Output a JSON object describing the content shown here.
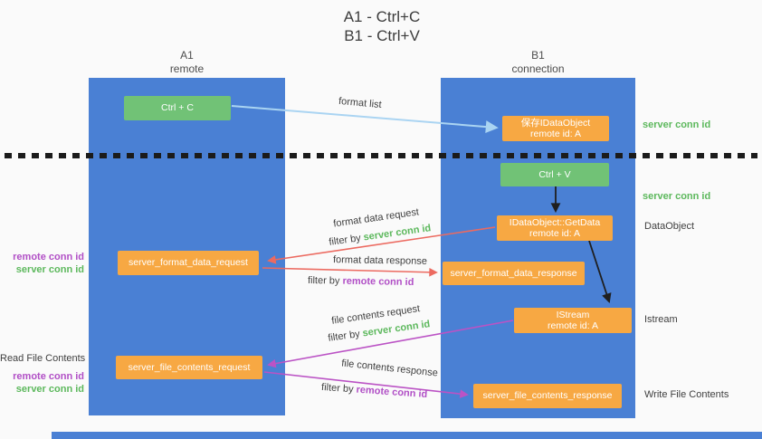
{
  "title": {
    "line1": "A1 - Ctrl+C",
    "line2": "B1 - Ctrl+V"
  },
  "lanes": {
    "a1": {
      "name": "A1",
      "subtitle": "remote"
    },
    "b1": {
      "name": "B1",
      "subtitle": "connection"
    }
  },
  "boxes": {
    "ctrl_c": {
      "label": "Ctrl + C"
    },
    "save_idataobject": {
      "line1": "保存IDataObject",
      "line2": "remote id: A"
    },
    "ctrl_v": {
      "label": "Ctrl + V"
    },
    "getdata": {
      "line1": "IDataObject::GetData",
      "line2": "remote id: A"
    },
    "format_request": {
      "label": "server_format_data_request"
    },
    "format_response": {
      "label": "server_format_data_response"
    },
    "istream": {
      "line1": "IStream",
      "line2": "remote id: A"
    },
    "file_request": {
      "label": "server_file_contents_request"
    },
    "file_response": {
      "label": "server_file_contents_response"
    }
  },
  "right_labels": {
    "server_conn_id_top": "server conn id",
    "server_conn_id_mid": "server conn id",
    "dataobject": "DataObject",
    "istream": "Istream",
    "write_file_contents": "Write File Contents"
  },
  "left_labels": {
    "remote_conn_id_top": "remote conn id",
    "server_conn_id_top": "server conn id",
    "read_file_contents": "Read File Contents",
    "remote_conn_id_bottom": "remote conn id",
    "server_conn_id_bottom": "server conn id"
  },
  "arrow_labels": {
    "format_list": "format list",
    "format_data_request": "format data request",
    "format_data_response": "format data response",
    "file_contents_request": "file contents request",
    "file_contents_response": "file contents response",
    "filter_request_1": {
      "prefix": "filter by ",
      "value": "server conn id"
    },
    "filter_response_1": {
      "prefix": "filter by ",
      "value": "remote conn id"
    },
    "filter_request_2": {
      "prefix": "filter by ",
      "value": "server conn id"
    },
    "filter_response_2": {
      "prefix": "filter by ",
      "value": "remote conn id"
    }
  },
  "colors": {
    "lane_blue": "#4a80d4",
    "box_green": "#71c276",
    "box_orange": "#f7a843",
    "arrow_red": "#ec6a60",
    "arrow_magenta": "#bb53c5",
    "arrow_lightblue": "#aad4f2",
    "text_green": "#5cb85c",
    "text_purple": "#b14fc6"
  }
}
